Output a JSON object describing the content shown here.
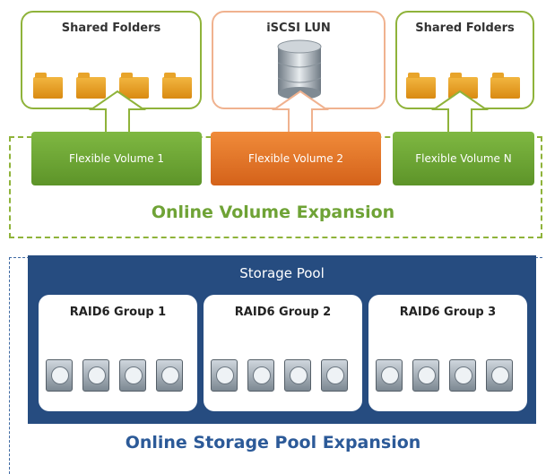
{
  "top": {
    "boxes": [
      {
        "label": "Shared Folders"
      },
      {
        "label": "iSCSI LUN"
      },
      {
        "label": "Shared Folders"
      }
    ],
    "volumes": [
      {
        "label": "Flexible Volume 1"
      },
      {
        "label": "Flexible Volume 2"
      },
      {
        "label": "Flexible Volume N"
      }
    ],
    "caption": "Online Volume Expansion"
  },
  "bottom": {
    "pool_title": "Storage Pool",
    "groups": [
      {
        "label": "RAID6 Group 1"
      },
      {
        "label": "RAID6 Group 2"
      },
      {
        "label": "RAID6 Group 3"
      }
    ],
    "caption": "Online Storage Pool Expansion"
  },
  "colors": {
    "green": "#6fa336",
    "orange": "#e06d24",
    "navy": "#264c80",
    "blue_text": "#2c5a98"
  },
  "icons": [
    "folder-icon",
    "database-icon",
    "hard-disk-icon",
    "up-arrow-icon"
  ]
}
